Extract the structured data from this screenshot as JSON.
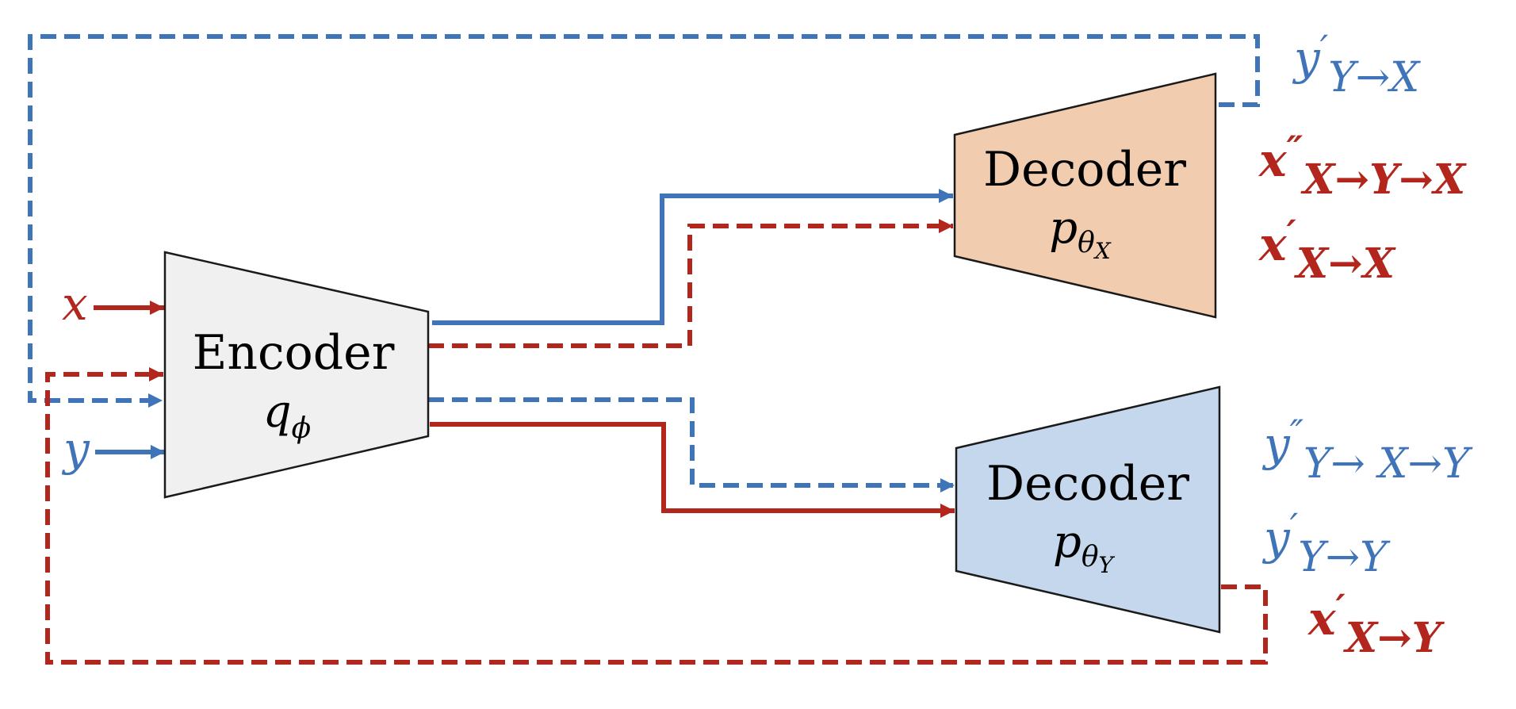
{
  "colors": {
    "blue": "#3f74b8",
    "red": "#b3261e",
    "encoder_fill": "#f0f0f0",
    "decoder_x_fill": "#f2ccae",
    "decoder_y_fill": "#c4d7ec",
    "outline": "#1a1a1a"
  },
  "encoder": {
    "title": "Encoder",
    "sym": "q",
    "sub": "ϕ"
  },
  "decoder_x": {
    "title": "Decoder",
    "sym": "p",
    "sub": "θ",
    "subsub": "X"
  },
  "decoder_y": {
    "title": "Decoder",
    "sym": "p",
    "sub": "θ",
    "subsub": "Y"
  },
  "inputs": {
    "x": "x",
    "y": "y"
  },
  "outputs": {
    "y_yx": {
      "base": "y",
      "prime": "′",
      "sub": "Y→X"
    },
    "x_xyx": {
      "base": "x",
      "prime": "″",
      "sub": "X→Y→X"
    },
    "x_xx": {
      "base": "x",
      "prime": "′",
      "sub": "X→X"
    },
    "y_yxy": {
      "base": "y",
      "prime": "″",
      "sub": "Y→ X→Y"
    },
    "y_yy": {
      "base": "y",
      "prime": "′",
      "sub": "Y→Y"
    },
    "x_xy": {
      "base": "x",
      "prime": "′",
      "sub": "X→Y"
    }
  }
}
